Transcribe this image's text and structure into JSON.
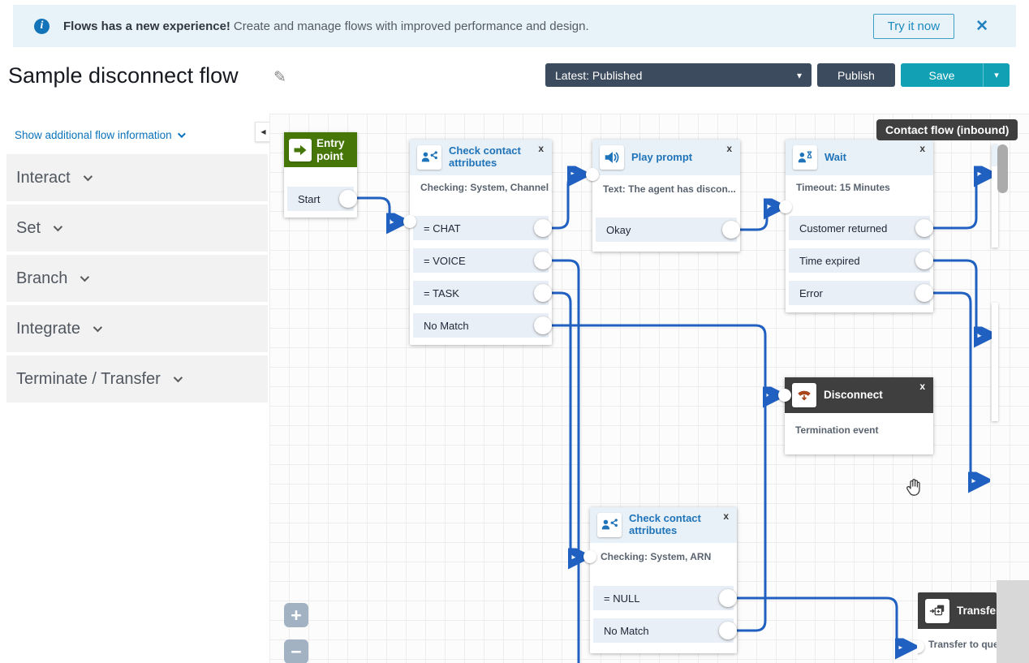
{
  "banner": {
    "icon": "info-icon",
    "bold_text": "Flows has a new experience!",
    "text": "Create and manage flows with improved performance and design.",
    "try_button_label": "Try it now",
    "close_glyph": "✕"
  },
  "header": {
    "title": "Sample disconnect flow",
    "edit_icon_glyph": "✎",
    "version_dropdown_value": "Latest: Published",
    "dropdown_caret_glyph": "▾",
    "publish_label": "Publish",
    "save_label": "Save",
    "save_caret_glyph": "▾"
  },
  "sidebar": {
    "show_link": "Show additional flow information",
    "collapse_glyph": "◀",
    "sections": [
      {
        "label": "Interact"
      },
      {
        "label": "Set"
      },
      {
        "label": "Branch"
      },
      {
        "label": "Integrate"
      },
      {
        "label": "Terminate / Transfer"
      }
    ]
  },
  "canvas": {
    "tooltip": "Contact flow (inbound)",
    "zoom_in_label": "+",
    "zoom_out_label": "−",
    "node_close_glyph": "x",
    "nodes": [
      {
        "id": "entry",
        "title": "Entry point",
        "subtitle": "",
        "outputs": [
          "Start"
        ]
      },
      {
        "id": "cca1",
        "title": "Check contact attributes",
        "subtitle": "Checking: System, Channel",
        "outputs": [
          "= CHAT",
          "= VOICE",
          "= TASK",
          "No Match"
        ]
      },
      {
        "id": "play",
        "title": "Play prompt",
        "subtitle": "Text: The agent has discon...",
        "outputs": [
          "Okay"
        ]
      },
      {
        "id": "wait",
        "title": "Wait",
        "subtitle": "Timeout: 15 Minutes",
        "outputs": [
          "Customer returned",
          "Time expired",
          "Error"
        ]
      },
      {
        "id": "disconnect",
        "title": "Disconnect",
        "subtitle": "Termination event",
        "outputs": []
      },
      {
        "id": "cca2",
        "title": "Check contact attributes",
        "subtitle": "Checking: System, ARN",
        "outputs": [
          "= NULL",
          "No Match"
        ]
      },
      {
        "id": "transfer",
        "title": "Transfer t",
        "subtitle": "Transfer to que",
        "outputs": []
      }
    ],
    "connections": [
      {
        "from": "entry.Start",
        "to": "cca1"
      },
      {
        "from": "cca1.= CHAT",
        "to": "play"
      },
      {
        "from": "cca1.= VOICE",
        "to": "offscreen-bottom"
      },
      {
        "from": "cca1.= TASK",
        "to": "cca2"
      },
      {
        "from": "cca1.No Match",
        "to": "disconnect"
      },
      {
        "from": "play.Okay",
        "to": "wait"
      },
      {
        "from": "wait.Customer returned",
        "to": "offscreen-right"
      },
      {
        "from": "wait.Time expired",
        "to": "offscreen-right"
      },
      {
        "from": "wait.Error",
        "to": "offscreen-right"
      },
      {
        "from": "cca2.= NULL",
        "to": "transfer"
      },
      {
        "from": "cca2.No Match",
        "to": "disconnect"
      }
    ]
  },
  "colors": {
    "banner_bg": "#e8f2f9",
    "accent_blue": "#1f73b8",
    "wire_blue": "#1f60c0",
    "navy_button": "#3c4b5d",
    "teal_button": "#12a0b5",
    "entry_green": "#467608",
    "dark_node_header": "#3f3f3f",
    "node_header_bg": "#e9f1f8",
    "node_row_bg": "#e9eff6"
  }
}
